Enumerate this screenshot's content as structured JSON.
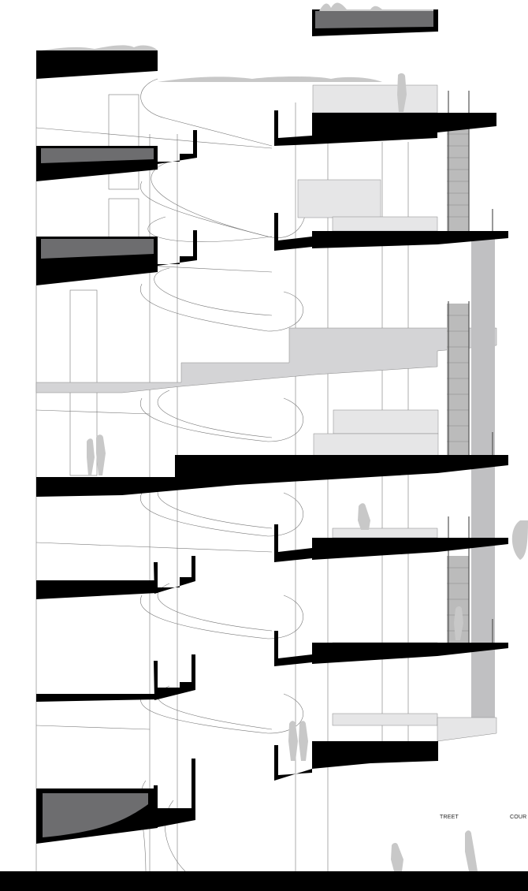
{
  "drawing": {
    "type": "architectural-section",
    "description": "Building section with spiral ramps, cantilevered slabs, planters and stair core",
    "colors": {
      "cut": "#000000",
      "fill_dark": "#6d6d6f",
      "fill_light": "#d4d4d6",
      "fill_pale": "#e6e6e7",
      "line": "#777777",
      "figure": "#c8c8c8"
    }
  },
  "labels": {
    "street": "TREET",
    "court": "COUR"
  },
  "figures": [
    "couple-rooftop",
    "pair-pointing",
    "seated-person",
    "walking-person-stair",
    "couple-lower",
    "person-bicycle",
    "person-walking-street"
  ]
}
